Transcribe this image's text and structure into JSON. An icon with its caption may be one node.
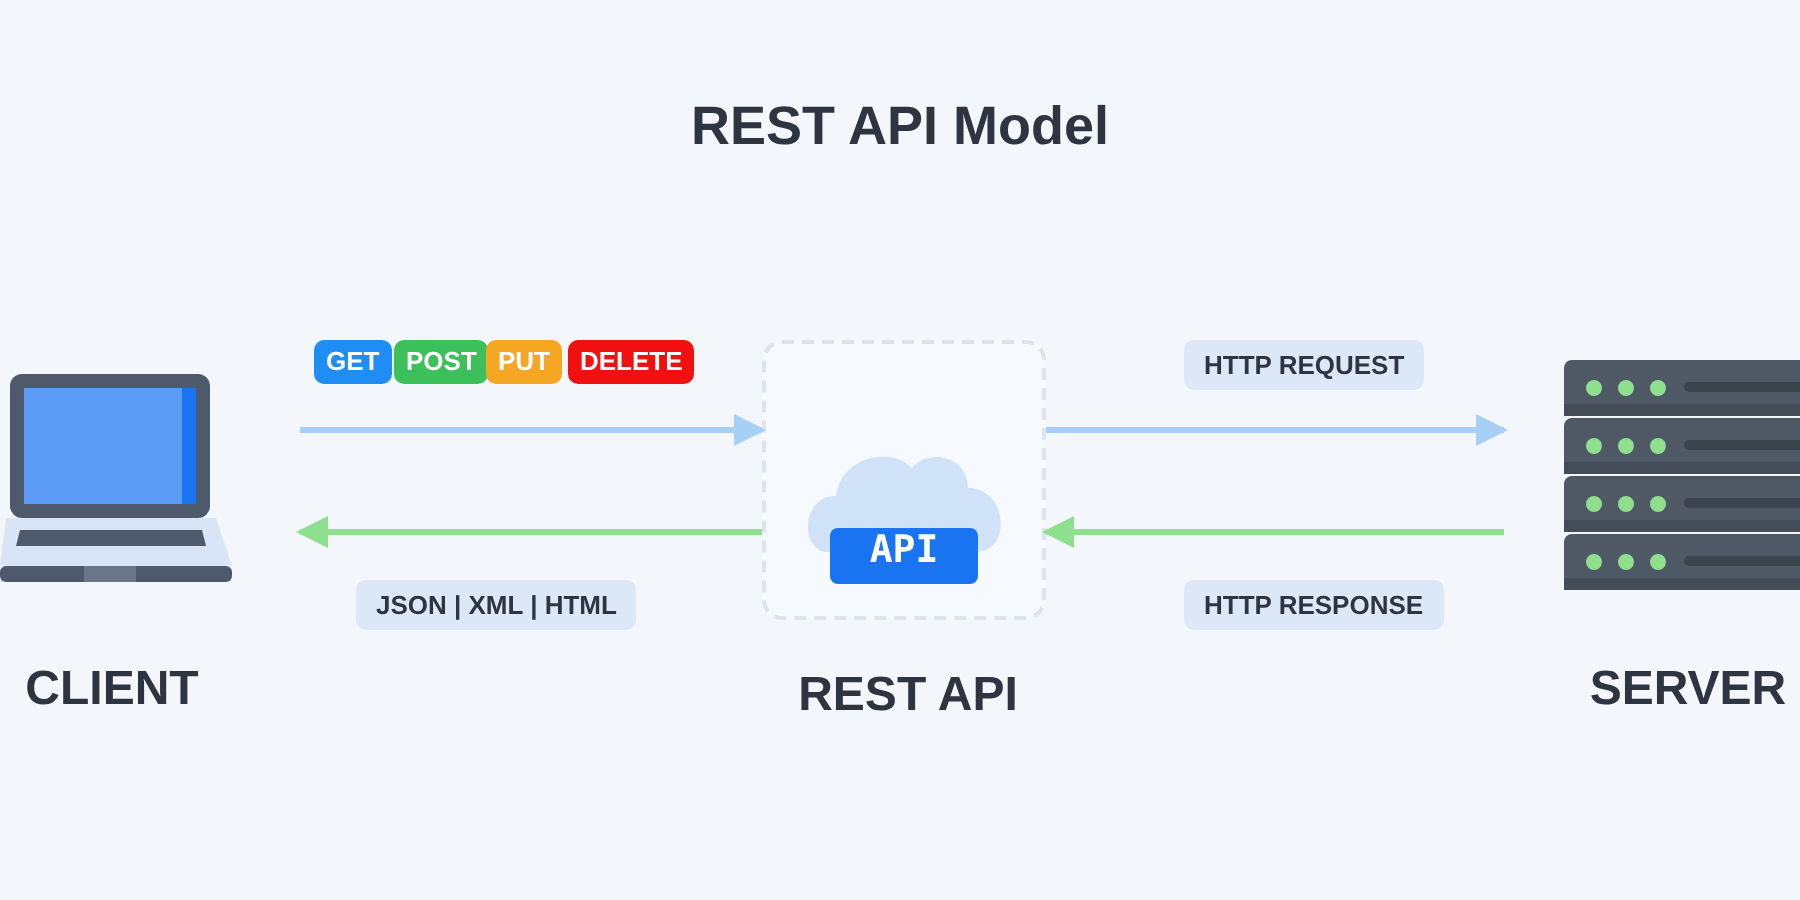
{
  "diagram": {
    "title": "REST API Model",
    "nodes": [
      {
        "text": [
          "CLIENT"
        ]
      },
      {
        "text": [
          "REST API"
        ]
      },
      {
        "text": [
          "API"
        ],
        "in": 1
      },
      {
        "text": [
          "SERVER"
        ]
      }
    ],
    "edges": [
      {
        "from": 0,
        "to": 1,
        "arrow": "to",
        "color": "#a8cff5"
      },
      {
        "from": 1,
        "to": 0,
        "arrow": "to",
        "label": "JSON | XML | HTML",
        "color": "#8ee08e"
      },
      {
        "from": 1,
        "to": 3,
        "arrow": "to",
        "label": "HTTP REQUEST",
        "color": "#a8cff5"
      },
      {
        "from": 3,
        "to": 1,
        "arrow": "to",
        "label": "HTTP RESPONSE",
        "color": "#8ee08e"
      }
    ],
    "labels": [
      "GET",
      "POST",
      "PUT",
      "DELETE"
    ]
  }
}
